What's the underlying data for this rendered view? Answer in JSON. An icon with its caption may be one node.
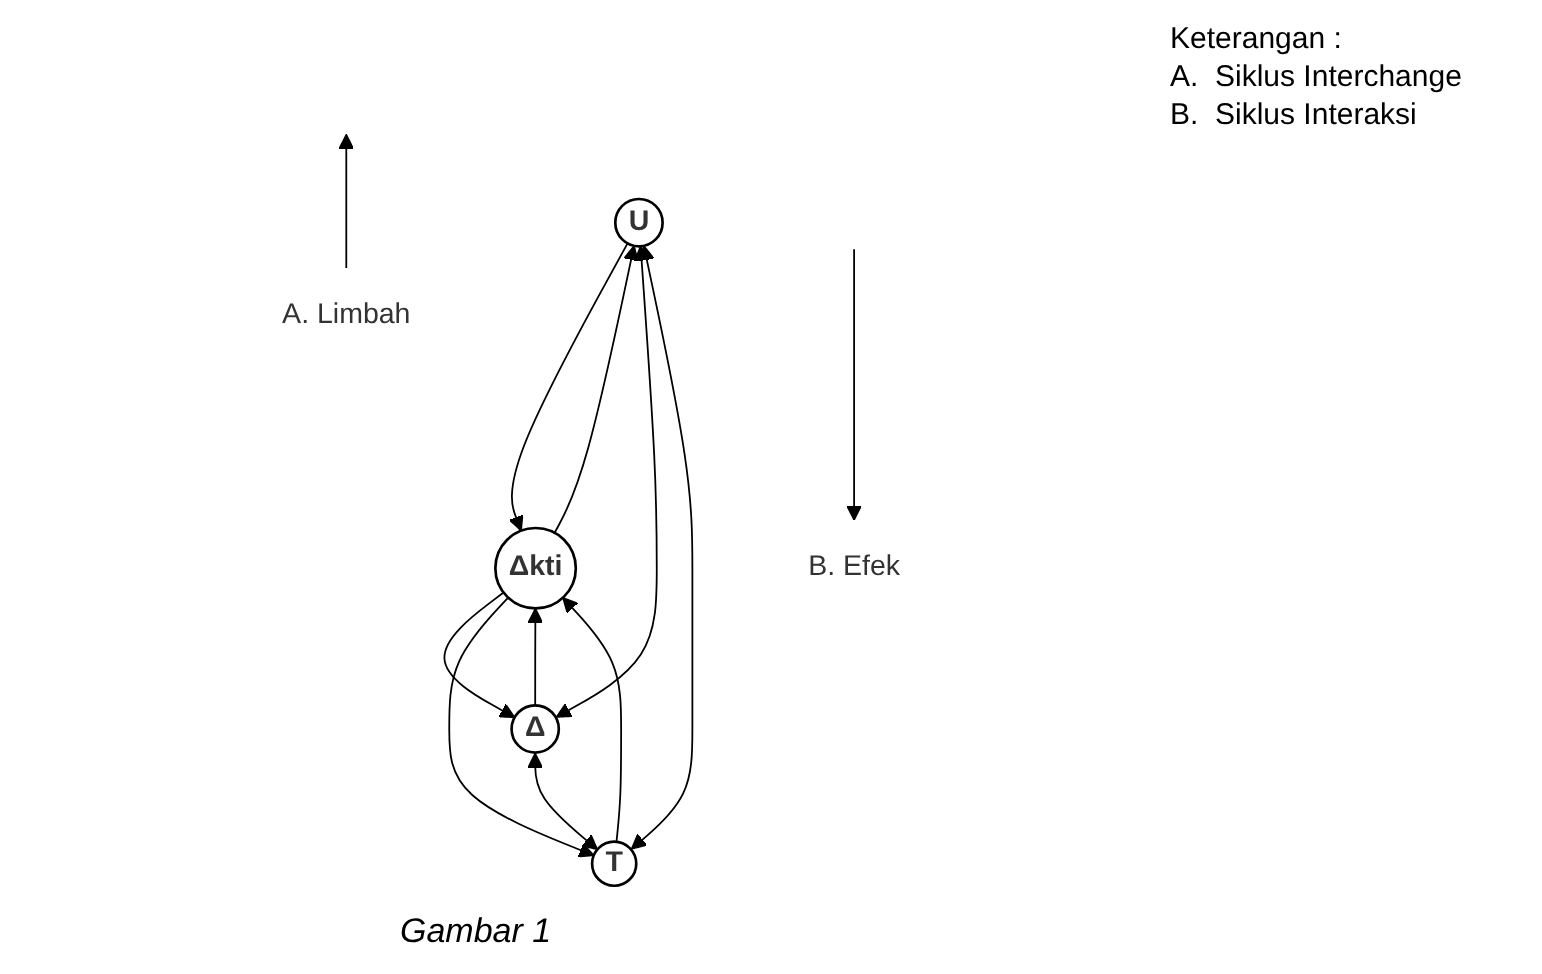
{
  "diagram": {
    "caption": "Gambar 1",
    "nodes": [
      {
        "text": [
          "U"
        ]
      },
      {
        "text": [
          "Δkti"
        ]
      },
      {
        "text": [
          "Δ"
        ]
      },
      {
        "text": [
          "T"
        ]
      },
      {
        "text": [
          "A. Limbah"
        ]
      },
      {
        "text": [
          "B. Efek"
        ]
      }
    ],
    "edges": [
      {
        "from": 1,
        "to": 0,
        "arrow": "to"
      },
      {
        "from": 0,
        "to": 1,
        "arrow": "to"
      },
      {
        "from": 2,
        "to": 1,
        "arrow": "to"
      },
      {
        "from": 1,
        "to": 2,
        "arrow": "to"
      },
      {
        "from": 1,
        "to": 3,
        "arrow": "to"
      },
      {
        "from": 3,
        "to": 1,
        "arrow": "to"
      },
      {
        "from": 2,
        "to": 0,
        "arrow": "both"
      },
      {
        "from": 3,
        "to": 0,
        "arrow": "both"
      },
      {
        "from": 2,
        "to": 3,
        "arrow": "both"
      },
      {
        "from": 4,
        "to": null,
        "arrow": "to"
      },
      {
        "from": null,
        "to": 5,
        "arrow": "to"
      }
    ],
    "labels": [
      "Keterangan :",
      "A.  Siklus Interchange",
      "B.  Siklus Interaksi"
    ]
  }
}
